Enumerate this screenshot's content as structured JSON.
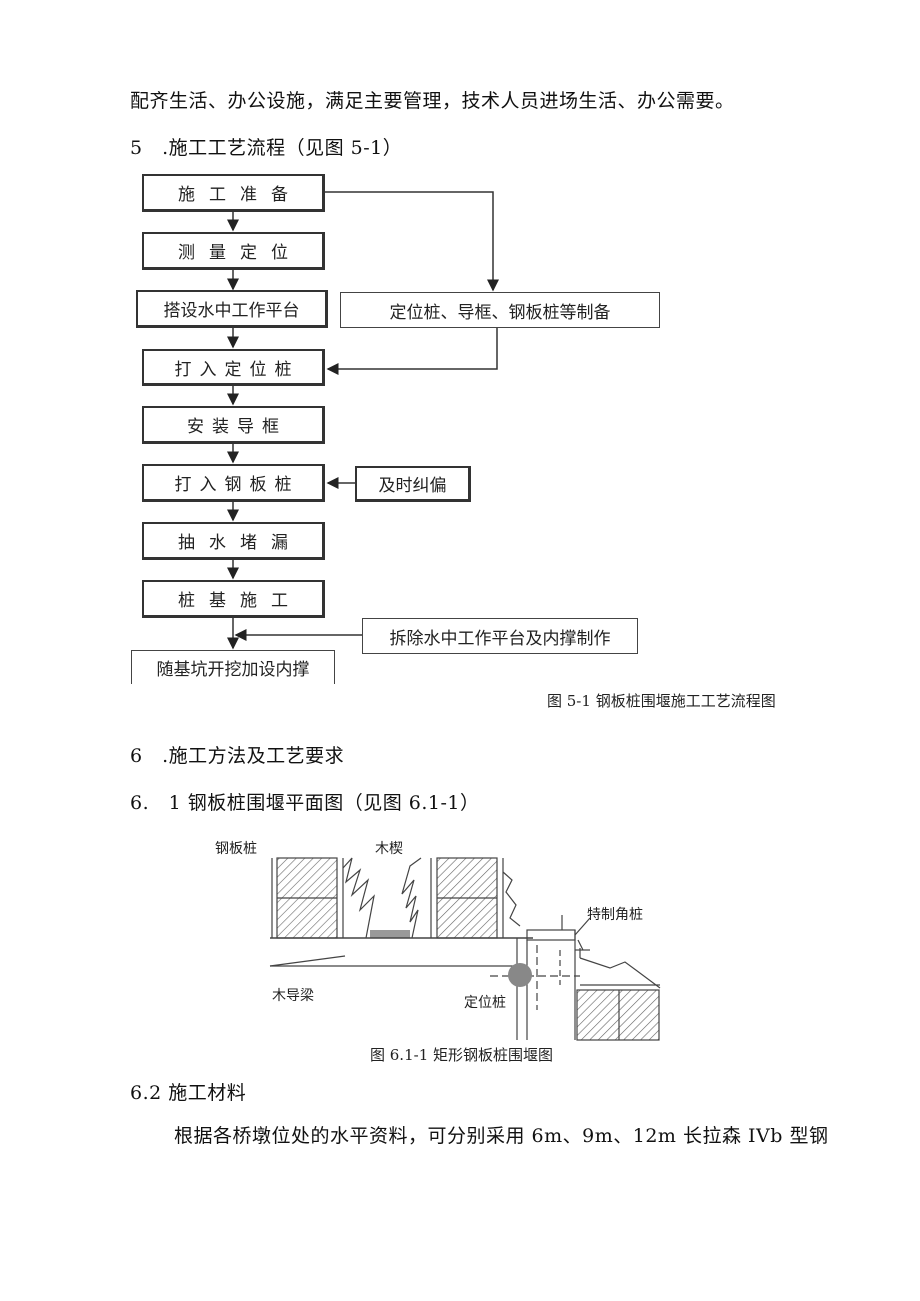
{
  "text": {
    "p1": "配齐生活、办公设施，满足主要管理，技术人员进场生活、办公需要。",
    "h5": "5　.施工工艺流程（见图 5-1）",
    "fig51_caption": "图 5-1 钢板桩围堰施工工艺流程图",
    "h6": "6　.施工方法及工艺要求",
    "h61": "6.　1 钢板桩围堰平面图（见图 6.1-1）",
    "fig611_caption": "图 6.1-1 矩形钢板桩围堰图",
    "h62": "6.2 施工材料",
    "p2": "根据各桥墩位处的水平资料，可分别采用 6m、9m、12m 长拉森 IVb 型钢"
  },
  "flow": {
    "s1": "施工准备",
    "s2": "测量定位",
    "s3": "搭设水中工作平台",
    "s3b": "定位桩、导框、钢板桩等制备",
    "s4": "打入定位桩",
    "s5": "安装导框",
    "s6": "打入钢板桩",
    "s6b": "及时纠偏",
    "s7": "抽水堵漏",
    "s8": "桩基施工",
    "s8b": "拆除水中工作平台及内撑制作",
    "s9": "随基坑开挖加设内撑"
  },
  "plan": {
    "l_pile": "钢板桩",
    "l_wedge": "木楔",
    "l_corner": "特制角桩",
    "l_beam": "木导梁",
    "l_locate": "定位桩"
  }
}
